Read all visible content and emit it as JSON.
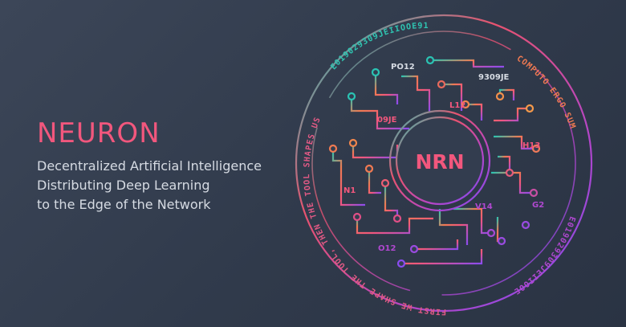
{
  "brand": {
    "name": "NEURON",
    "tagline": [
      "Decentralized Artificial Intelligence",
      "Distributing Deep Learning",
      "to the Edge of the Network"
    ]
  },
  "seal": {
    "core_label": "NRN",
    "ring_texts": {
      "top": "E019029309JEIIOOE91",
      "right": "COMPUTO ERGO SUM",
      "lower_right": "E019029309JEIIOOE",
      "left": "FIRST WE SHAPE THE TOOL, THEN THE TOOL SHAPES US"
    },
    "node_labels": {
      "po12": "PO12",
      "n9309je": "9309JE",
      "l12": "L12",
      "o9je": "09JE",
      "h13": "H13",
      "n1": "N1",
      "v14": "V14",
      "g2": "G2",
      "o12": "O12"
    }
  },
  "colors": {
    "background": "#333d4f",
    "accent_pink": "#f2577d",
    "teal": "#22c3b5",
    "purple": "#8a4cf0",
    "orange": "#f59b45",
    "text_light": "#d6dbe3"
  }
}
